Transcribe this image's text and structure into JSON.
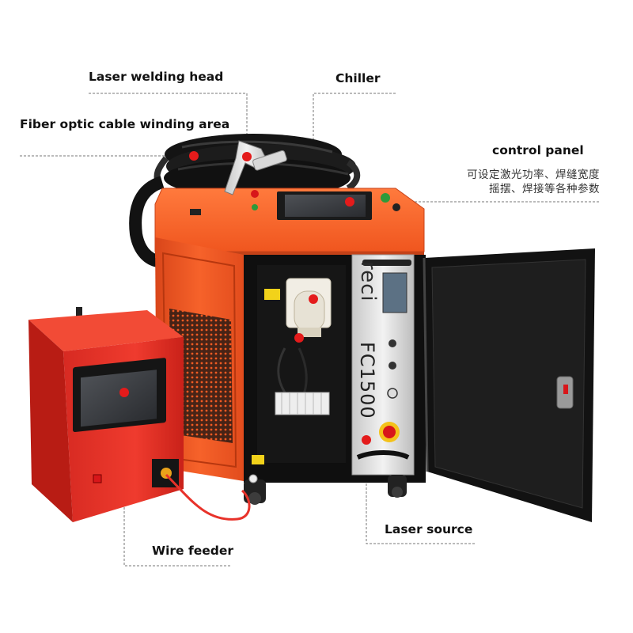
{
  "labels": {
    "laser_welding_head": "Laser welding head",
    "chiller": "Chiller",
    "fiber_cable_area": "Fiber optic cable winding area",
    "control_panel": "control panel",
    "control_panel_note_line1": "可设定激光功率、焊缝宽度",
    "control_panel_note_line2": "摇摆、焊接等各种参数",
    "laser_source": "Laser source",
    "wire_feeder": "Wire feeder"
  },
  "device_text": {
    "brand": "reci",
    "model": "FC1500"
  },
  "colors": {
    "machine_orange": "#f15a22",
    "feeder_red": "#e8322a",
    "marker_red": "#e41b1b",
    "leader_line": "#777777"
  }
}
